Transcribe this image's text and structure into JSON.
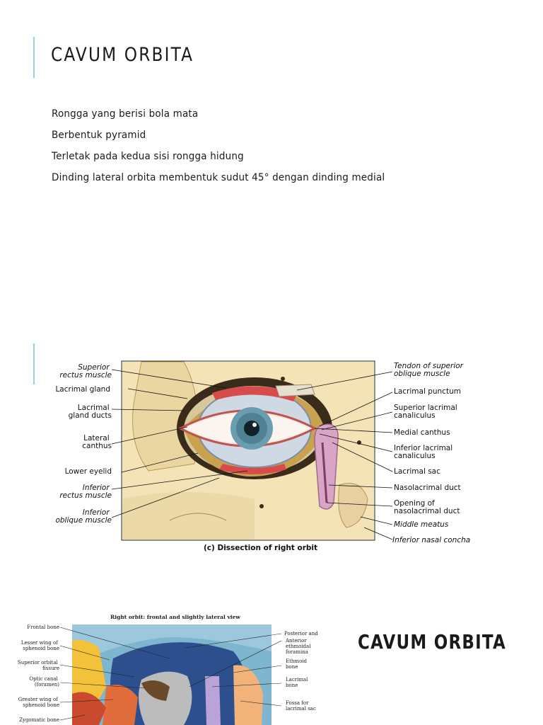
{
  "slide1": {
    "title": "CAVUM ORBITA",
    "bullets": [
      "Rongga yang berisi bola mata",
      "Berbentuk pyramid",
      "Terletak pada kedua sisi rongga hidung",
      "Dinding lateral orbita membentuk sudut 45° dengan dinding medial"
    ]
  },
  "figure1": {
    "caption": "(c) Dissection of right orbit",
    "left_labels": [
      [
        "Superior",
        "rectus muscle"
      ],
      [
        "Lacrimal gland"
      ],
      [
        "Lacrimal",
        "gland ducts"
      ],
      [
        "Lateral",
        "canthus"
      ],
      [
        "Lower eyelid"
      ],
      [
        "Inferior",
        "rectus muscle"
      ],
      [
        "Inferior",
        "oblique muscle"
      ]
    ],
    "right_labels": [
      [
        "Tendon of superior",
        "oblique muscle"
      ],
      [
        "Lacrimal punctum"
      ],
      [
        "Superior lacrimal",
        "canaliculus"
      ],
      [
        "Medial canthus"
      ],
      [
        "Inferior lacrimal",
        "canaliculus"
      ],
      [
        "Lacrimal sac"
      ],
      [
        "Nasolacrimal duct"
      ],
      [
        "Opening of",
        "nasolacrimal duct"
      ],
      [
        "Middle meatus"
      ],
      [
        "Inferior nasal concha"
      ]
    ]
  },
  "figure2": {
    "title": "Right orbit: frontal and slightly lateral view",
    "left_labels": [
      [
        "Frontal bone"
      ],
      [
        "Lesser wing of",
        "sphenoid bone"
      ],
      [
        "Superior orbital",
        "fissure"
      ],
      [
        "Optic canal",
        "(foramen)"
      ],
      [
        "Greater wing of",
        "sphenoid bone"
      ],
      [
        "Zygomatic bone"
      ]
    ],
    "right_labels": [
      [
        "Posterior and"
      ],
      [
        "Anterior",
        "ethmoidal",
        "foramina"
      ],
      [
        "Ethmoid",
        "bone"
      ],
      [
        "Lacrimal",
        "bone"
      ],
      [
        "Fossa for",
        "lacrimal sac"
      ]
    ]
  },
  "slide3": {
    "title": "CAVUM ORBITA"
  }
}
